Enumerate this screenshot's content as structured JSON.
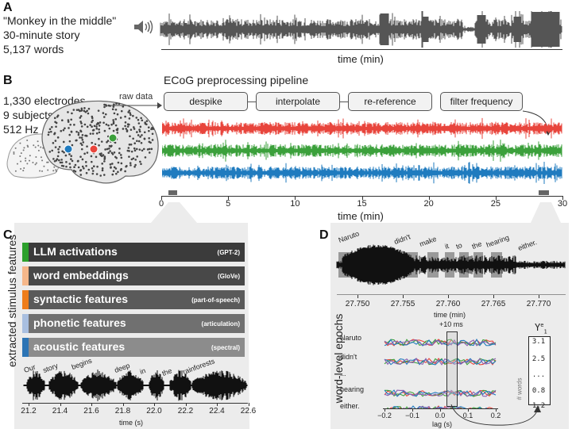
{
  "panels": {
    "a": "A",
    "b": "B",
    "c": "C",
    "d": "D"
  },
  "story": {
    "title": "\"Monkey in the middle\"",
    "duration": "30-minute story",
    "words": "5,137 words"
  },
  "panel_a": {
    "xlabel": "time (min)"
  },
  "electrodes": {
    "count": "1,330 electrodes",
    "subjects": "9 subjects",
    "rate": "512 Hz"
  },
  "pipeline": {
    "raw_label": "raw data",
    "title": "ECoG preprocessing pipeline",
    "steps": [
      "despike",
      "interpolate",
      "re-reference",
      "filter frequency"
    ]
  },
  "panel_b_axis": {
    "ticks": [
      "0",
      "5",
      "10",
      "15",
      "20",
      "25",
      "30"
    ],
    "xlabel": "time (min)"
  },
  "features": {
    "axis_label": "extracted stimulus features",
    "items": [
      {
        "label": "LLM activations",
        "sub": "(GPT-2)",
        "color": "#2ca02c",
        "bg": "#3b3b3b"
      },
      {
        "label": "word embeddings",
        "sub": "(GloVe)",
        "color": "#f5b78a",
        "bg": "#484848"
      },
      {
        "label": "syntactic features",
        "sub": "(part-of-speech)",
        "color": "#ef7d1a",
        "bg": "#5a5a5a"
      },
      {
        "label": "phonetic features",
        "sub": "(articulation)",
        "color": "#a9bfe0",
        "bg": "#707070"
      },
      {
        "label": "acoustic features",
        "sub": "(spectral)",
        "color": "#2c74b5",
        "bg": "#8c8c8c"
      }
    ]
  },
  "panel_c_words": [
    "Our",
    "story",
    "begins",
    "deep",
    "in",
    "the",
    "rainforests"
  ],
  "panel_c_axis": {
    "ticks": [
      "21.2",
      "21.4",
      "21.6",
      "21.8",
      "22.0",
      "22.2",
      "22.4",
      "22.6"
    ],
    "xlabel": "time (s)"
  },
  "panel_d_words": [
    "Naruto",
    "didn't",
    "make",
    "it",
    "to",
    "the",
    "hearing",
    "either."
  ],
  "panel_d_axis": {
    "ticks": [
      "27.750",
      "27.755",
      "27.760",
      "27.765",
      "27.770"
    ],
    "xlabel": "time (min)"
  },
  "epochs": {
    "axis_label": "word-level epochs",
    "rows": [
      "Naruto",
      "didn't",
      "...",
      "hearing",
      "either."
    ],
    "marker": "+10 ms",
    "ticks": [
      "−0.2",
      "−0.1",
      "0.0",
      "0.1",
      "0.2"
    ],
    "xlabel": "lag (s)"
  },
  "ymatrix": {
    "label": "Y",
    "sup": "e",
    "sub": "1",
    "values": [
      "3.1",
      "2.5",
      "...",
      "0.8",
      "1.2"
    ],
    "side_label": "# words"
  },
  "colors": {
    "red": "#e8453c",
    "green": "#3ba03b",
    "blue": "#1f7bbf",
    "gray": "#5a5a5a"
  }
}
